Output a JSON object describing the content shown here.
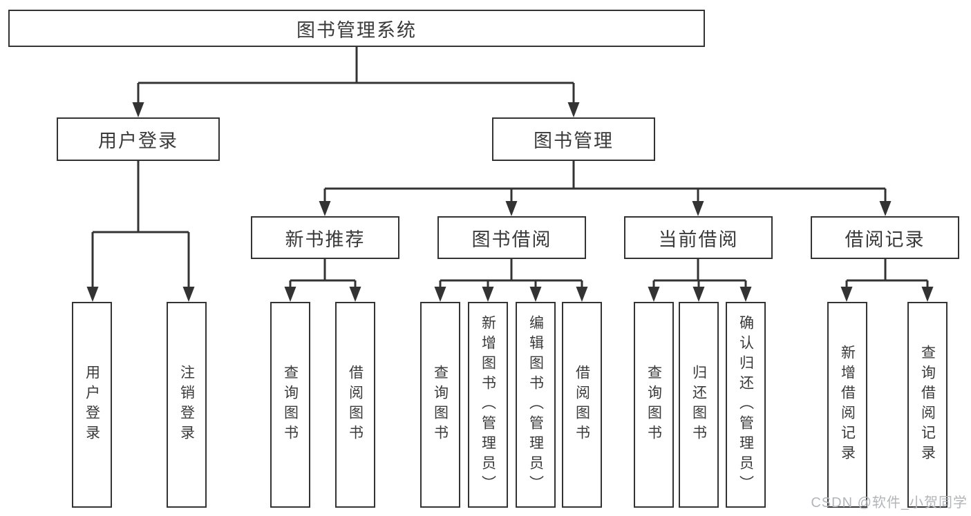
{
  "diagram": {
    "title": "图书管理系统",
    "root": {
      "label": "图书管理系统"
    },
    "level2": [
      {
        "label": "用户登录"
      },
      {
        "label": "图书管理"
      }
    ],
    "level3": [
      {
        "label": "新书推荐",
        "parent": "图书管理"
      },
      {
        "label": "图书借阅",
        "parent": "图书管理"
      },
      {
        "label": "当前借阅",
        "parent": "图书管理"
      },
      {
        "label": "借阅记录",
        "parent": "图书管理"
      }
    ],
    "leaves": [
      {
        "label": "用户登录",
        "parent": "用户登录"
      },
      {
        "label": "注销登录",
        "parent": "用户登录"
      },
      {
        "label": "查询图书",
        "parent": "新书推荐"
      },
      {
        "label": "借阅图书",
        "parent": "新书推荐"
      },
      {
        "label": "查询图书",
        "parent": "图书借阅"
      },
      {
        "label": "新增图书（管理员）",
        "parent": "图书借阅"
      },
      {
        "label": "编辑图书（管理员）",
        "parent": "图书借阅"
      },
      {
        "label": "借阅图书",
        "parent": "图书借阅"
      },
      {
        "label": "查询图书",
        "parent": "当前借阅"
      },
      {
        "label": "归还图书",
        "parent": "当前借阅"
      },
      {
        "label": "确认归还（管理员）",
        "parent": "当前借阅"
      },
      {
        "label": "新增借阅记录",
        "parent": "借阅记录"
      },
      {
        "label": "查询借阅记录",
        "parent": "借阅记录"
      }
    ]
  },
  "watermark": {
    "text": "CSDN @软件_小贺同学"
  },
  "colors": {
    "line": "#333333",
    "box_border": "#333333",
    "text": "#3a3a3a",
    "background": "#ffffff",
    "watermark": "#b2b5b9"
  }
}
